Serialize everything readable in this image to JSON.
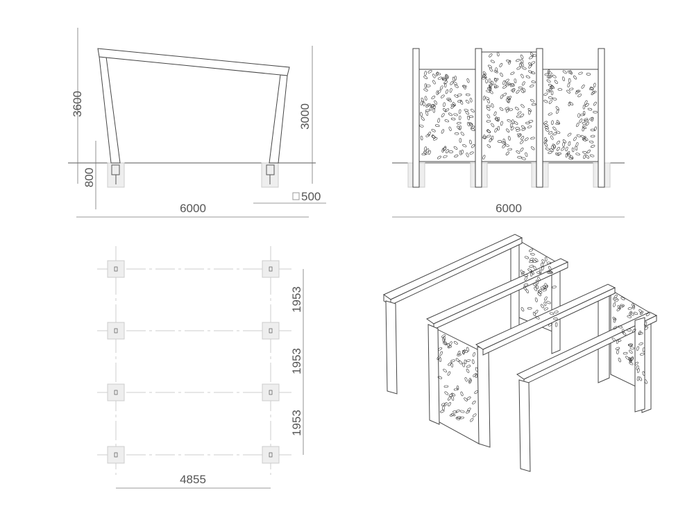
{
  "side_elevation": {
    "height_high": "3600",
    "height_low": "3000",
    "foundation_depth": "800",
    "foundation_size": "500",
    "foundation_square_symbol": "□",
    "width": "6000"
  },
  "front_elevation": {
    "width": "6000"
  },
  "plan_view": {
    "spacings": [
      "1953",
      "1953",
      "1953"
    ],
    "width": "4855"
  },
  "colors": {
    "line": "#444444",
    "dimension": "#777777",
    "footing": "#eeeeee"
  }
}
